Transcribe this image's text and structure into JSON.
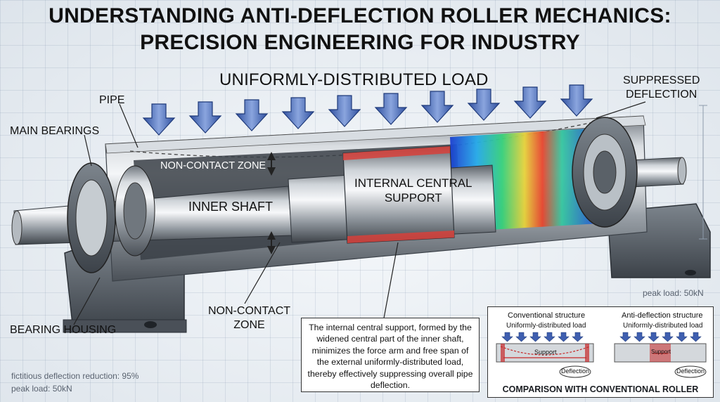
{
  "title_line1": "UNDERSTANDING ANTI-DEFLECTION ROLLER MECHANICS:",
  "title_line2": "PRECISION ENGINEERING FOR INDUSTRY",
  "labels": {
    "load": "UNIFORMLY-DISTRIBUTED LOAD",
    "pipe": "PIPE",
    "main_bearings": "MAIN BEARINGS",
    "suppressed_1": "SUPPRESSED",
    "suppressed_2": "DEFLECTION",
    "non_contact_top": "NON-CONTACT ZONE",
    "inner_shaft": "INNER SHAFT",
    "central_1": "INTERNAL CENTRAL",
    "central_2": "SUPPORT",
    "non_contact_bottom_1": "NON-CONTACT",
    "non_contact_bottom_2": "ZONE",
    "bearing_housing": "BEARING HOUSING"
  },
  "notes": {
    "peak_right": "peak load: 50kN",
    "reduction": "fictitious deflection reduction: 95%",
    "peak_left": "peak load: 50kN"
  },
  "callout": "The internal central support, formed by the widened central part of the inner shaft, minimizes the force arm and free span of the external uniformly-distributed load, thereby effectively suppressing overall pipe deflection.",
  "comparison": {
    "conventional_title": "Conventional structure",
    "conventional_load": "Uniformly-distributed load",
    "conventional_support": "Support",
    "conventional_deflection": "Deflection",
    "anti_title": "Anti-deflection structure",
    "anti_load": "Uniformly-distributed load",
    "anti_support": "Support",
    "anti_deflection": "Deflection",
    "footer": "COMPARISON WITH CONVENTIONAL ROLLER"
  },
  "colors": {
    "arrow": "#3f5fb0",
    "steel": "#8c939b",
    "support_band": "#d8413b",
    "housing": "#5f6770"
  }
}
